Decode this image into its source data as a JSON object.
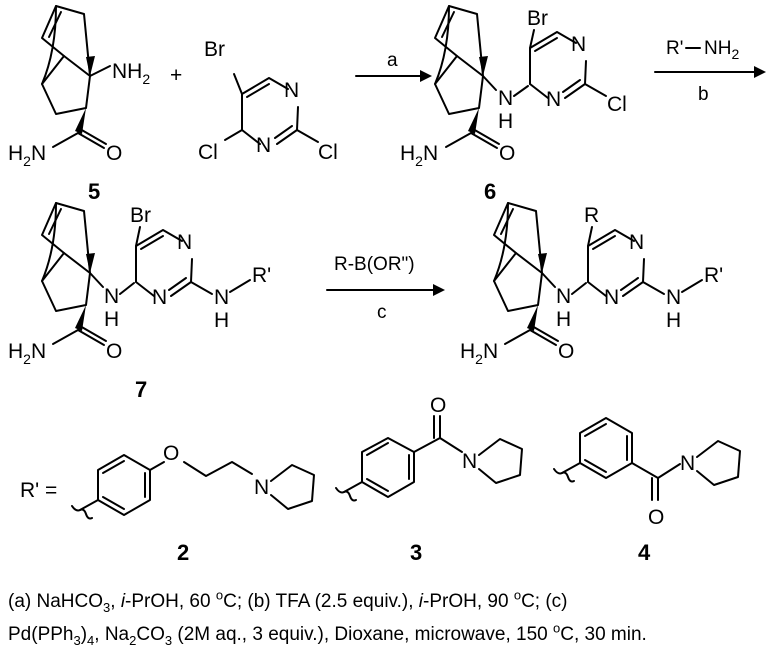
{
  "compounds": {
    "c5": {
      "label": "5"
    },
    "c6": {
      "label": "6"
    },
    "c7": {
      "label": "7"
    },
    "c2": {
      "label": "2"
    },
    "c3": {
      "label": "3"
    },
    "c4": {
      "label": "4"
    }
  },
  "atoms": {
    "br": "Br",
    "cl": "Cl",
    "n": "N",
    "h": "H",
    "nh": "NH",
    "o": "O",
    "h2n_h": "H",
    "h2n_sub": "2",
    "h2n_n": "N",
    "nh2_n": "NH",
    "nh2_sub": "2",
    "r_prime": "R'",
    "r": "R"
  },
  "reagents": {
    "a": {
      "step": "a"
    },
    "b": {
      "step": "b",
      "above_r": "R'",
      "above_nh": "NH",
      "above_sub": "2"
    },
    "c": {
      "step": "c",
      "above": "R-B(OR\")"
    }
  },
  "substituents": {
    "label": "R' ="
  },
  "conditions": {
    "l1_a": "(a) NaHCO",
    "l1_a_sub": "3",
    "l1_a_sep": ", ",
    "l1_a_ipr": "i",
    "l1_a_rest": "-PrOH, 60 ",
    "l1_deg": "o",
    "l1_c": "C; (b) TFA (2.5 equiv.), ",
    "l1_b_ipr": "i",
    "l1_b_rest": "-PrOH, 90 ",
    "l1_deg2": "o",
    "l1_end": "C; (c)",
    "l2_a": "Pd(PPh",
    "l2_sub1": "3",
    "l2_b": ")",
    "l2_sub2": "4",
    "l2_c": ", Na",
    "l2_sub3": "2",
    "l2_d": "CO",
    "l2_sub4": "3",
    "l2_e": " (2M aq., 3 equiv.), Dioxane, microwave, 150 ",
    "l2_deg": "o",
    "l2_f": "C, 30 min."
  }
}
